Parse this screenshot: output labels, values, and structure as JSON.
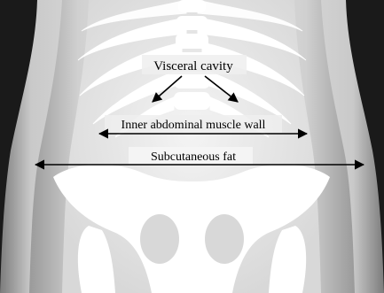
{
  "diagram": {
    "labels": {
      "visceral_cavity": "Visceral cavity",
      "inner_wall": "Inner abdominal muscle wall",
      "subcutaneous_fat": "Subcutaneous fat"
    },
    "colors": {
      "background_dark": "#000000",
      "fat_light": "#d4d4d4",
      "muscle_mid": "#8a8a8a",
      "viscera_light": "#e9e9e9",
      "bone": "#ffffff",
      "ink": "#000000"
    }
  }
}
